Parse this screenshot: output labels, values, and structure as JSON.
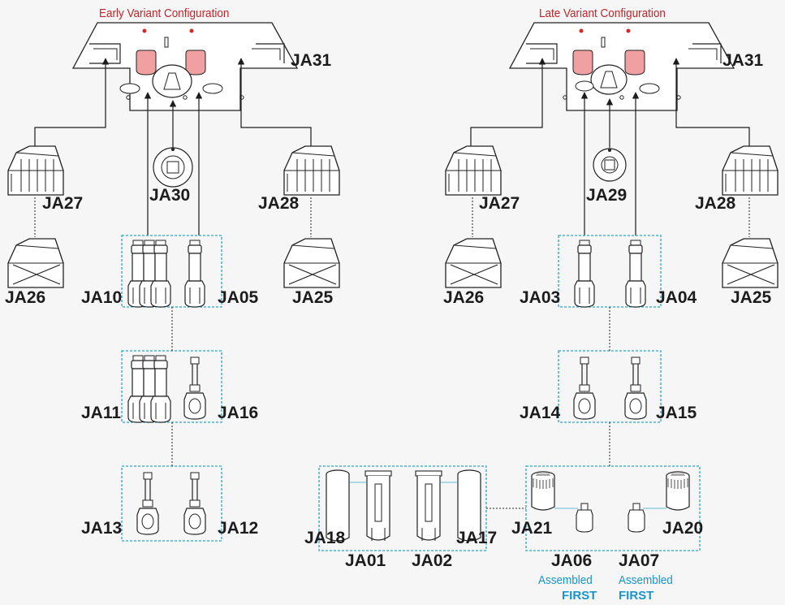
{
  "titles": {
    "early": "Early Variant Configuration",
    "late": "Late Variant Configuration"
  },
  "labels": {
    "early_ja31": "JA31",
    "late_ja31": "JA31",
    "early_ja27": "JA27",
    "early_ja30": "JA30",
    "early_ja28": "JA28",
    "early_ja26": "JA26",
    "early_ja25": "JA25",
    "ja10": "JA10",
    "ja05": "JA05",
    "ja11": "JA11",
    "ja16": "JA16",
    "ja13": "JA13",
    "ja12": "JA12",
    "late_ja27": "JA27",
    "ja29": "JA29",
    "late_ja28": "JA28",
    "late_ja26": "JA26",
    "ja03": "JA03",
    "ja04": "JA04",
    "late_ja25": "JA25",
    "ja14": "JA14",
    "ja15": "JA15",
    "ja18": "JA18",
    "ja01": "JA01",
    "ja02": "JA02",
    "ja17": "JA17",
    "ja21": "JA21",
    "ja20": "JA20",
    "ja06": "JA06",
    "ja07": "JA07"
  },
  "notes": {
    "ja06_line1": "Assembled",
    "ja06_line2": "FIRST",
    "ja07_line1": "Assembled",
    "ja07_line2": "FIRST"
  },
  "colors": {
    "title": "#c0262b",
    "note": "#1a94cc",
    "group_border": "#2aa5c9",
    "line": "#1c1c1c",
    "pink_part": "#f0a0a0"
  }
}
